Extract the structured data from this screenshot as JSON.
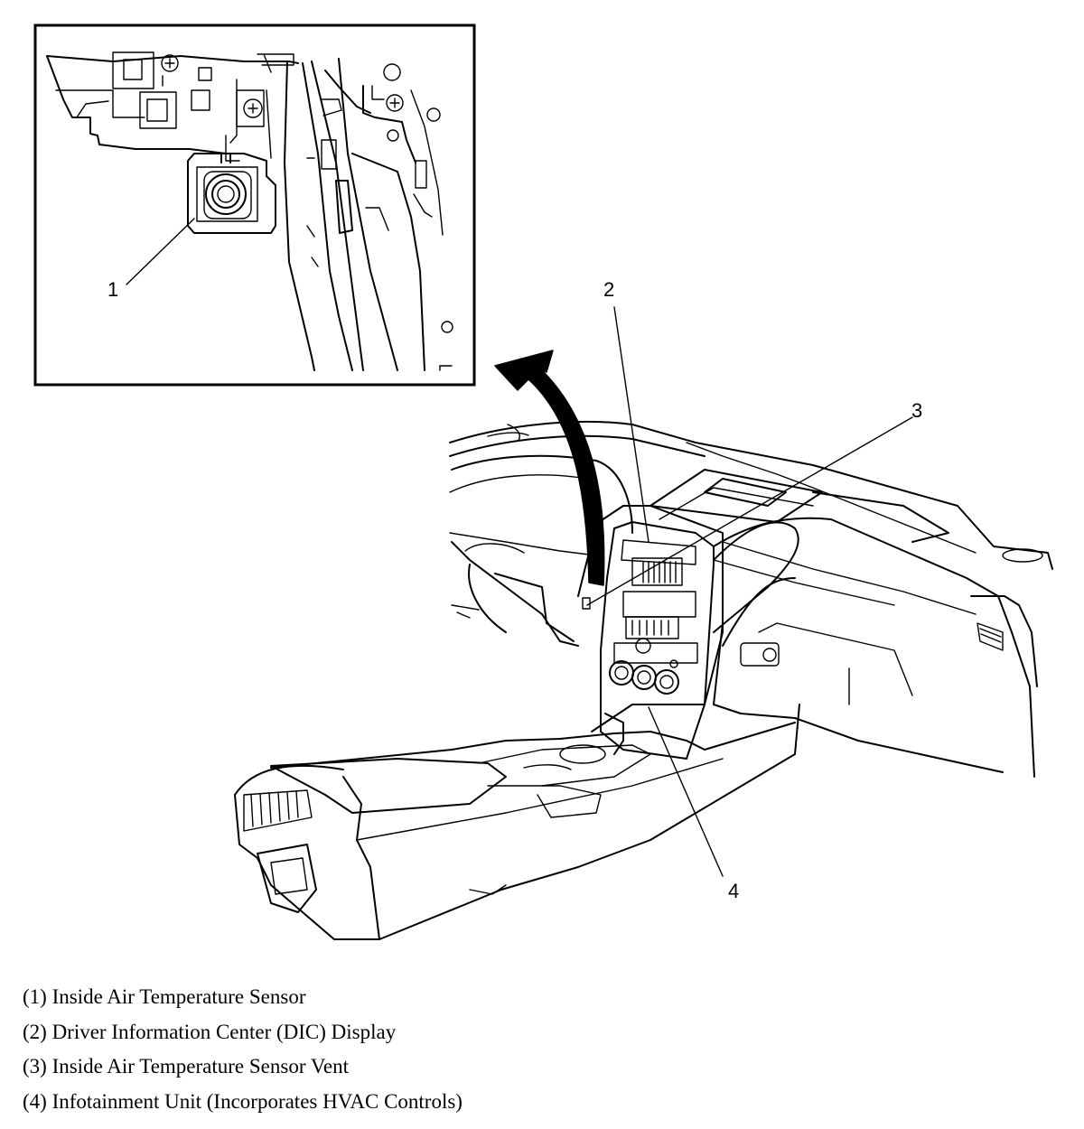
{
  "callouts": {
    "c1": "1",
    "c2": "2",
    "c3": "3",
    "c4": "4"
  },
  "legend": [
    {
      "text": "(1) Inside Air Temperature Sensor"
    },
    {
      "text": "(2) Driver Information Center (DIC) Display"
    },
    {
      "text": "(3) Inside Air Temperature Sensor Vent"
    },
    {
      "text": "(4) Infotainment Unit (Incorporates HVAC Controls)"
    }
  ],
  "colors": {
    "ink": "#000000",
    "paper": "#ffffff"
  }
}
